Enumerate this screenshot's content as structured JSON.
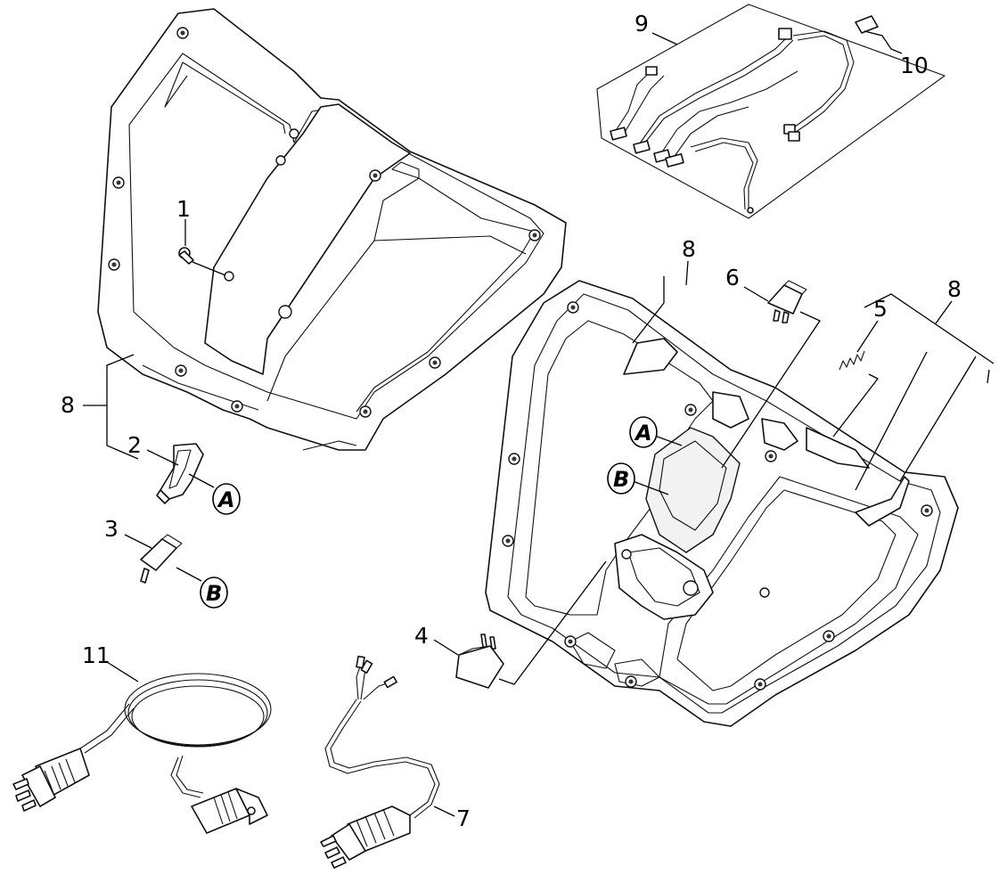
{
  "callouts": {
    "c1": "1",
    "c2": "2",
    "c3": "3",
    "c4": "4",
    "c5": "5",
    "c6": "6",
    "c7": "7",
    "c8a": "8",
    "c8b": "8",
    "c8c": "8",
    "c9": "9",
    "c10": "10",
    "c11": "11"
  },
  "markers": {
    "a_left": "A",
    "b_left": "B",
    "a_right": "A",
    "b_right": "B"
  }
}
